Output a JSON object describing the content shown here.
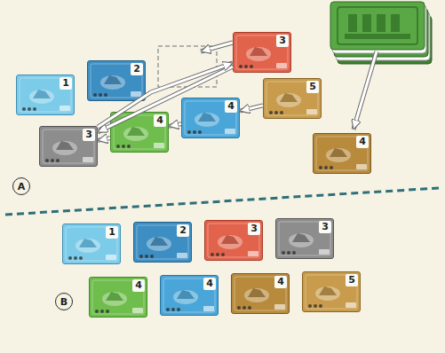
{
  "diagram": {
    "nodes": [
      {
        "text": [
          "1"
        ]
      },
      {
        "text": [
          "2"
        ]
      },
      {
        "text": [
          "3"
        ]
      },
      {
        "text": [
          "5"
        ]
      },
      {
        "text": [
          "3"
        ]
      },
      {
        "text": [
          "4"
        ]
      },
      {
        "text": [
          "4"
        ]
      },
      {
        "text": [
          "4"
        ]
      },
      {
        "text": [
          "1"
        ]
      },
      {
        "text": [
          "2"
        ]
      },
      {
        "text": [
          "3"
        ]
      },
      {
        "text": [
          "3"
        ]
      },
      {
        "text": [
          "4"
        ]
      },
      {
        "text": [
          "4"
        ]
      },
      {
        "text": [
          "4"
        ]
      },
      {
        "text": [
          "5"
        ]
      }
    ],
    "edges": [
      {
        "from": 2,
        "to": 4,
        "arrow": "to"
      },
      {
        "from": 4,
        "to": 2,
        "arrow": "to"
      },
      {
        "from": 6,
        "to": 5,
        "arrow": "to"
      },
      {
        "from": 5,
        "to": 4,
        "arrow": "to"
      },
      {
        "from": 3,
        "to": 6,
        "arrow": "to"
      }
    ],
    "labels": [
      "A",
      "B"
    ]
  }
}
